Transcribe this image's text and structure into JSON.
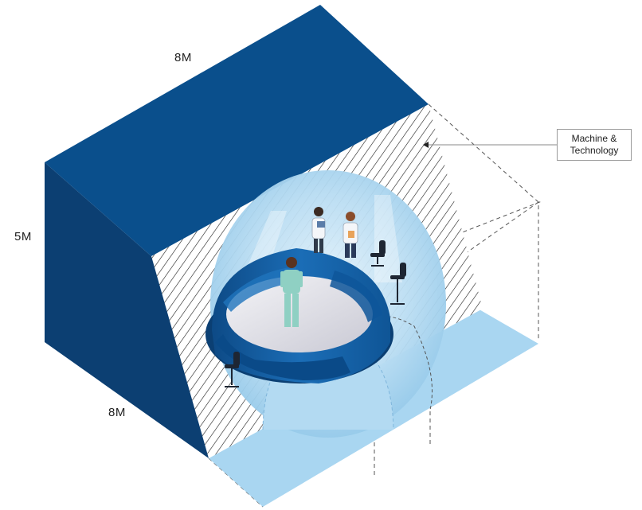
{
  "dimensions": {
    "top": "8M",
    "left": "5M",
    "bottom": "8M"
  },
  "callout": {
    "line1": "Machine &",
    "line2": "Technology"
  },
  "colors": {
    "roof": "#0a4f8c",
    "side_wall": "#0c3f72",
    "floor": "#a9d6f1",
    "hatch": "#1a1a1a",
    "pod_shell": "#1560a3",
    "pod_glass": "#bfe0f5"
  }
}
